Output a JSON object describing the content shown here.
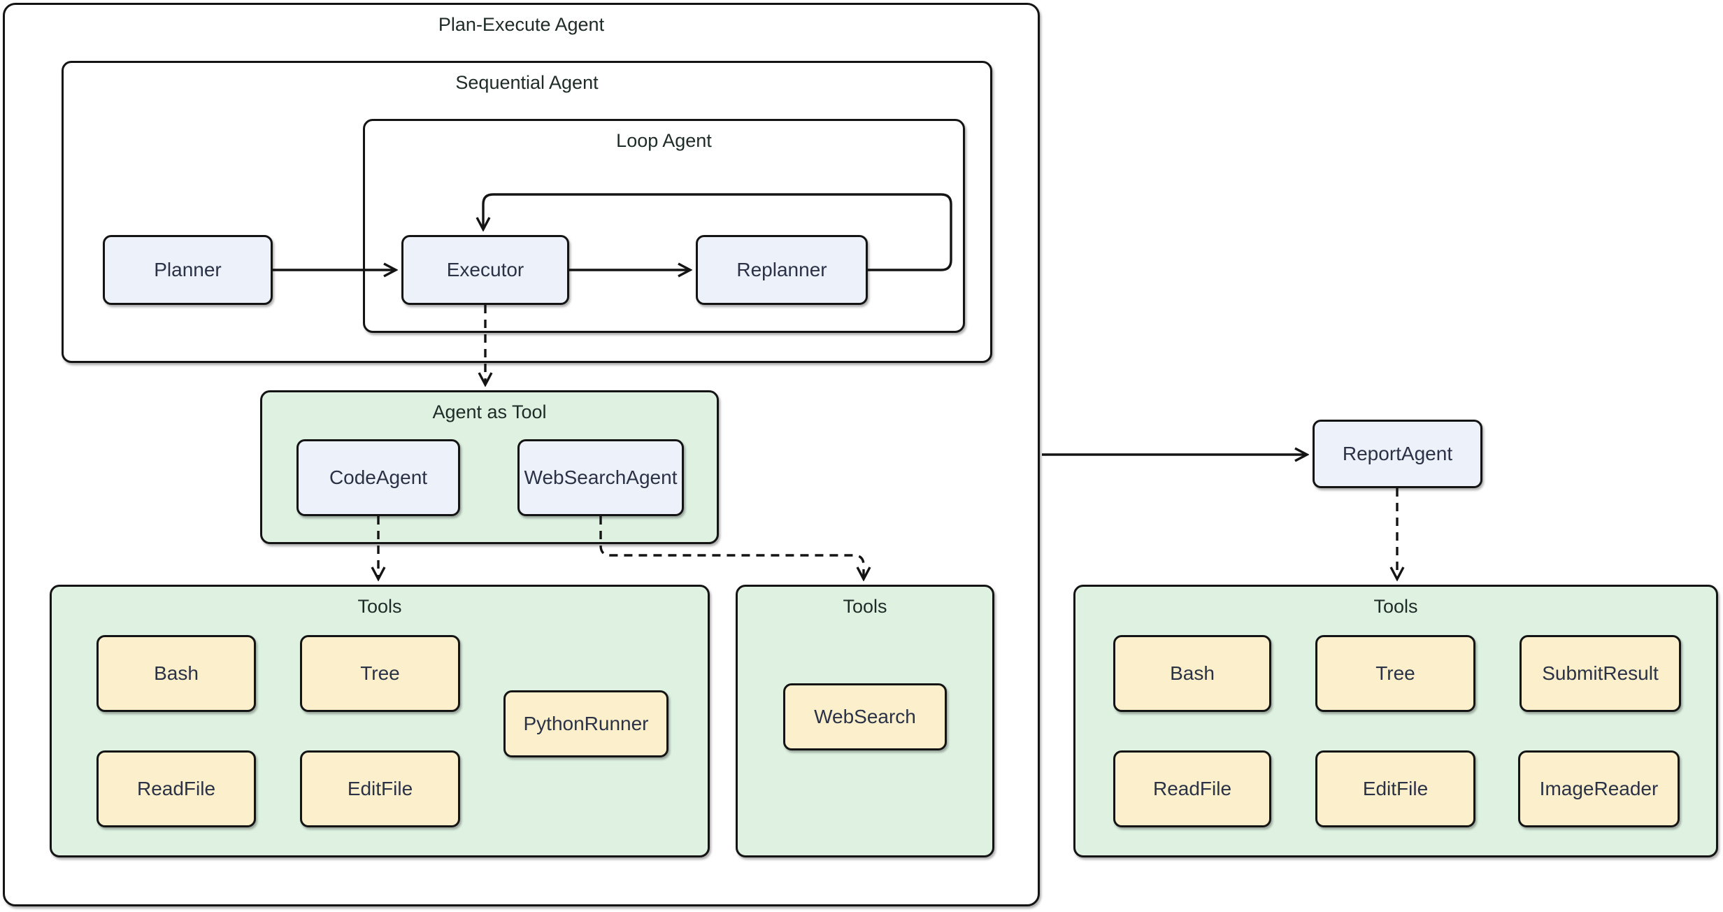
{
  "colors": {
    "background": "#ffffff",
    "border": "#141414",
    "agent_node_fill": "#edf1fa",
    "container_green_fill": "#dff2e2",
    "tool_node_fill": "#fbf0cb",
    "node_text": "#2b3246",
    "title_text": "#1e2b26"
  },
  "diagram": {
    "plan_execute_agent": {
      "title": "Plan-Execute Agent",
      "sequential_agent": {
        "title": "Sequential Agent",
        "planner": "Planner",
        "loop_agent": {
          "title": "Loop Agent",
          "executor": "Executor",
          "replanner": "Replanner"
        }
      },
      "agent_as_tool": {
        "title": "Agent as Tool",
        "code_agent": "CodeAgent",
        "web_search_agent": "WebSearchAgent"
      },
      "code_tools": {
        "title": "Tools",
        "items": [
          "Bash",
          "Tree",
          "PythonRunner",
          "ReadFile",
          "EditFile"
        ]
      },
      "web_tools": {
        "title": "Tools",
        "items": [
          "WebSearch"
        ]
      }
    },
    "report_agent": "ReportAgent",
    "report_tools": {
      "title": "Tools",
      "items": [
        "Bash",
        "Tree",
        "SubmitResult",
        "ReadFile",
        "EditFile",
        "ImageReader"
      ]
    }
  }
}
